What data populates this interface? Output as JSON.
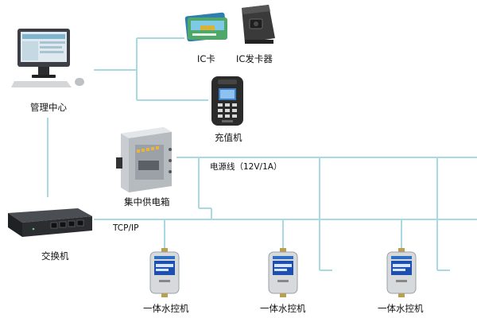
{
  "nodes": {
    "ic_card": "IC卡",
    "card_issuer": "IC发卡器",
    "management_center": "管理中心",
    "recharge_machine": "充值机",
    "power_box": "集中供电箱",
    "switch": "交换机",
    "controllers": [
      "一体水控机",
      "一体水控机",
      "一体水控机"
    ]
  },
  "links": {
    "power_line": "电源线（12V/1A）",
    "network": "TCP/IP"
  },
  "colors": {
    "wire": "#a9d9e3",
    "bg": "#ffffff"
  }
}
